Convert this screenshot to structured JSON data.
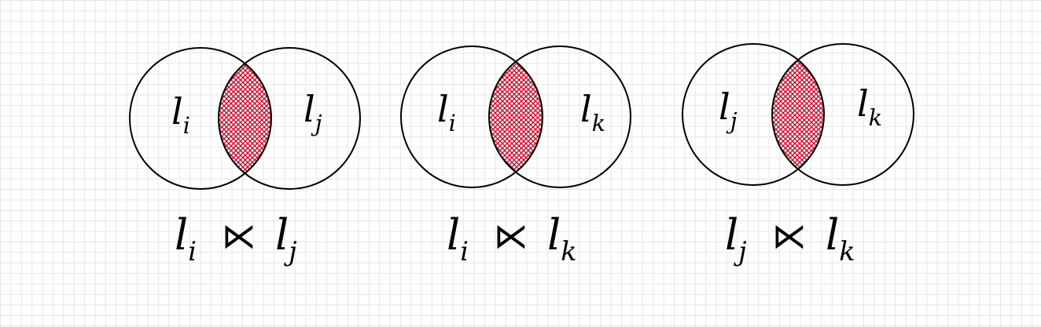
{
  "colors": {
    "hatch": "#c8102e",
    "stroke": "#000000",
    "grid": "#e6e6e6"
  },
  "diagrams": [
    {
      "left_label": {
        "base": "l",
        "sub": "i"
      },
      "right_label": {
        "base": "l",
        "sub": "j"
      },
      "caption": {
        "left": {
          "base": "l",
          "sub": "i"
        },
        "operator": "⋉",
        "right": {
          "base": "l",
          "sub": "j"
        }
      }
    },
    {
      "left_label": {
        "base": "l",
        "sub": "i"
      },
      "right_label": {
        "base": "l",
        "sub": "k"
      },
      "caption": {
        "left": {
          "base": "l",
          "sub": "i"
        },
        "operator": "⋉",
        "right": {
          "base": "l",
          "sub": "k"
        }
      }
    },
    {
      "left_label": {
        "base": "l",
        "sub": "j"
      },
      "right_label": {
        "base": "l",
        "sub": "k"
      },
      "caption": {
        "left": {
          "base": "l",
          "sub": "j"
        },
        "operator": "⋉",
        "right": {
          "base": "l",
          "sub": "k"
        }
      }
    }
  ]
}
